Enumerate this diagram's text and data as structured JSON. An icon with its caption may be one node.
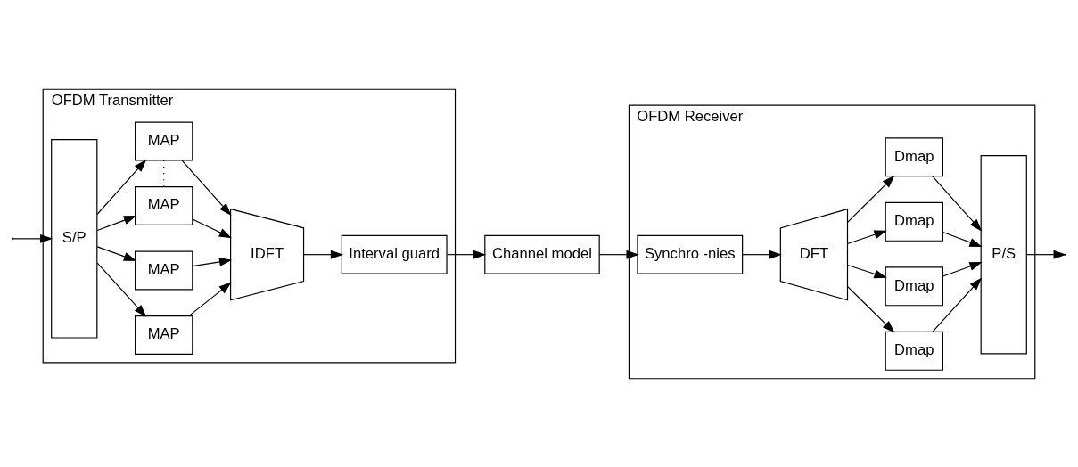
{
  "diagram": {
    "nodes": [
      {
        "text": [
          "OFDM Transmitter"
        ]
      },
      {
        "text": [
          "S/P"
        ],
        "in": 0
      },
      {
        "text": [
          "MAP"
        ],
        "in": 0
      },
      {
        "text": [
          "MAP"
        ],
        "in": 0
      },
      {
        "text": [
          "MAP"
        ],
        "in": 0
      },
      {
        "text": [
          "MAP"
        ],
        "in": 0
      },
      {
        "text": [
          "IDFT"
        ],
        "in": 0
      },
      {
        "text": [
          "Interval guard"
        ],
        "in": 0
      },
      {
        "text": [
          "Channel model"
        ]
      },
      {
        "text": [
          "OFDM Receiver"
        ]
      },
      {
        "text": [
          "Synchro -nies"
        ],
        "in": 9
      },
      {
        "text": [
          "DFT"
        ],
        "in": 9
      },
      {
        "text": [
          "Dmap"
        ],
        "in": 9
      },
      {
        "text": [
          "Dmap"
        ],
        "in": 9
      },
      {
        "text": [
          "Dmap"
        ],
        "in": 9
      },
      {
        "text": [
          "Dmap"
        ],
        "in": 9
      },
      {
        "text": [
          "P/S"
        ],
        "in": 9
      }
    ],
    "edges": [
      {
        "from": null,
        "to": 1,
        "arrow": "to"
      },
      {
        "from": 1,
        "to": 2,
        "arrow": "to"
      },
      {
        "from": 1,
        "to": 3,
        "arrow": "to"
      },
      {
        "from": 1,
        "to": 4,
        "arrow": "to"
      },
      {
        "from": 1,
        "to": 5,
        "arrow": "to"
      },
      {
        "from": 4,
        "to": 5,
        "arrow": "none",
        "style": "dashed"
      },
      {
        "from": 2,
        "to": 6,
        "arrow": "to"
      },
      {
        "from": 3,
        "to": 6,
        "arrow": "to"
      },
      {
        "from": 4,
        "to": 6,
        "arrow": "to"
      },
      {
        "from": 5,
        "to": 6,
        "arrow": "to"
      },
      {
        "from": 6,
        "to": 7,
        "arrow": "to"
      },
      {
        "from": 7,
        "to": 8,
        "arrow": "to"
      },
      {
        "from": 8,
        "to": 10,
        "arrow": "to"
      },
      {
        "from": 10,
        "to": 11,
        "arrow": "to"
      },
      {
        "from": 11,
        "to": 12,
        "arrow": "to"
      },
      {
        "from": 11,
        "to": 13,
        "arrow": "to"
      },
      {
        "from": 11,
        "to": 14,
        "arrow": "to"
      },
      {
        "from": 11,
        "to": 15,
        "arrow": "to"
      },
      {
        "from": 12,
        "to": 16,
        "arrow": "to"
      },
      {
        "from": 13,
        "to": 16,
        "arrow": "to"
      },
      {
        "from": 14,
        "to": 16,
        "arrow": "to"
      },
      {
        "from": 15,
        "to": 16,
        "arrow": "to"
      },
      {
        "from": 16,
        "to": null,
        "arrow": "to"
      }
    ]
  }
}
